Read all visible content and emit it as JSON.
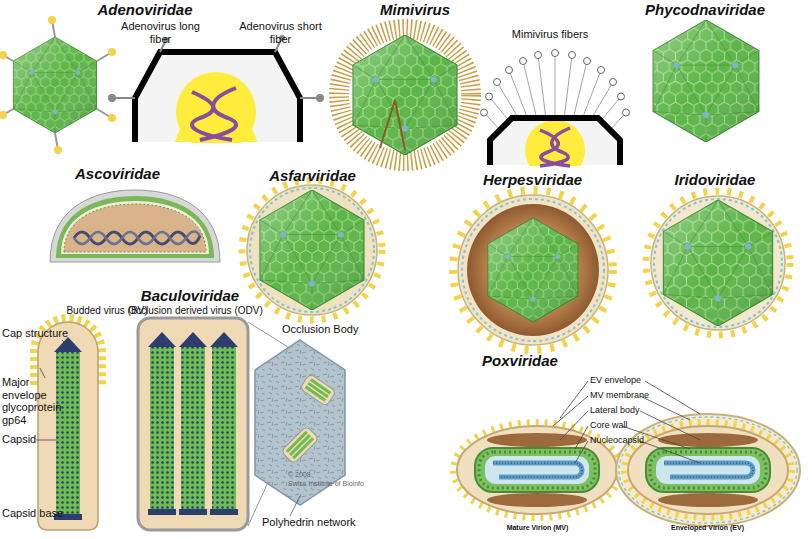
{
  "diagram": {
    "labels": [
      "Adenoviridae",
      "Adenovirus long fiber",
      "Adenovirus short fiber",
      "Mimivirus",
      "Mimivirus fibers",
      "Phycodnaviridae",
      "Ascoviridae",
      "Asfarviridae",
      "Herpesviridae",
      "Iridoviridae",
      "Baculoviridae",
      "Budded virus (BV)",
      "Occlusion derived virus (ODV)",
      "Cap structure",
      "Major envelope glycoprotein gp64",
      "Capsid",
      "Capsid base",
      "Occlusion Body",
      "© 2008",
      "Swiss Institute of Bioinfo",
      "Polyhedrin network",
      "Poxviridae",
      "EV envelope",
      "MV membrane",
      "Lateral body",
      "Core wall",
      "Nucleocapsid",
      "Mature Virion (MV)",
      "Enveloped Virion (EV)"
    ]
  }
}
